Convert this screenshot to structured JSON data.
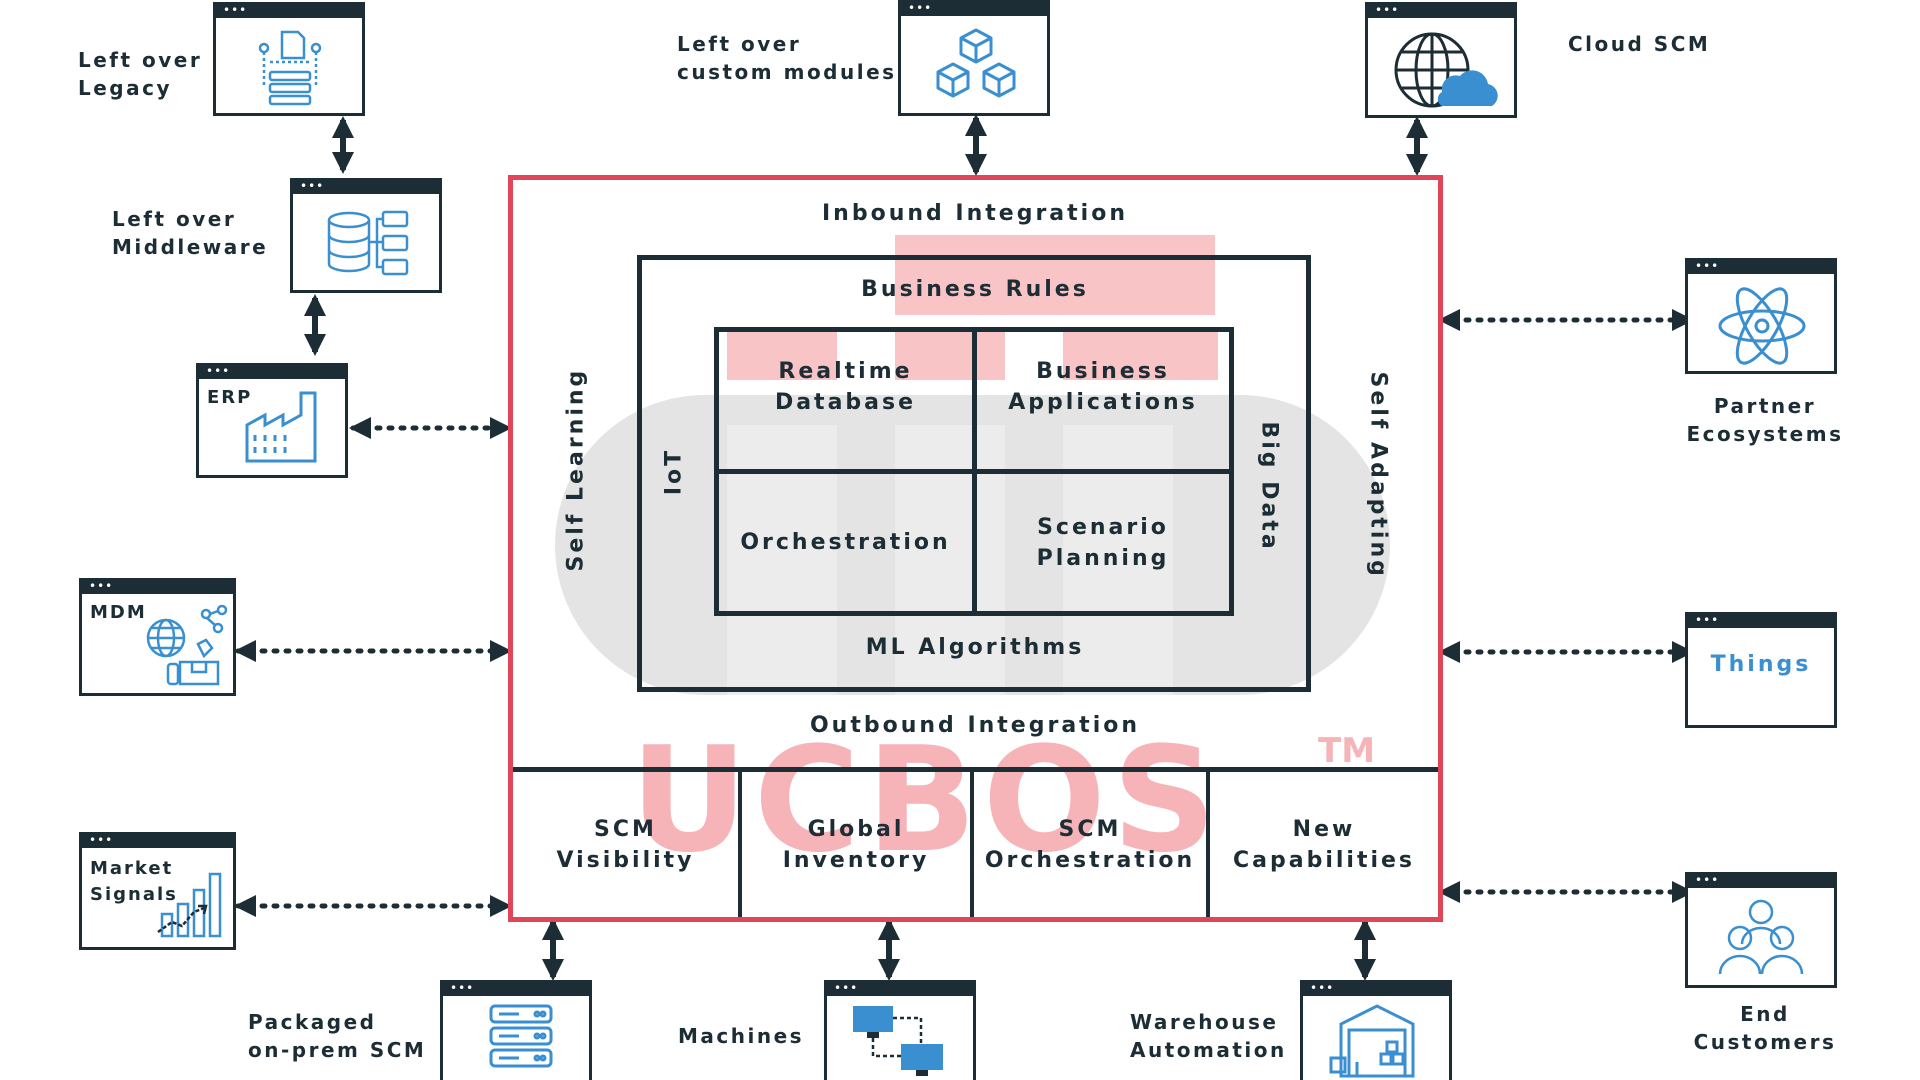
{
  "brand": {
    "watermark": "UCBOS",
    "trademark": "TM"
  },
  "colors": {
    "frame": "#e0465a",
    "navy": "#1d2d35",
    "icon_blue": "#3a8fd0",
    "watermark_gray": "#e4e4e4",
    "watermark_red": "#f6b4b8"
  },
  "core": {
    "inbound": "Inbound Integration",
    "outbound": "Outbound Integration",
    "self_learning": "Self Learning",
    "self_adapting": "Self Adapting",
    "iot": "IoT",
    "big_data": "Big Data",
    "business_rules": "Business Rules",
    "ml_algorithms": "ML Algorithms",
    "grid": [
      "Realtime\nDatabase",
      "Business\nApplications",
      "Orchestration",
      "Scenario\nPlanning"
    ],
    "bottom": [
      "SCM\nVisibility",
      "Global\nInventory",
      "SCM\nOrchestration",
      "New\nCapabilities"
    ]
  },
  "nodes": {
    "legacy": {
      "label": "Left over\nLegacy",
      "icon": "document-flow-icon"
    },
    "middleware": {
      "label": "Left over\nMiddleware",
      "icon": "database-icon"
    },
    "erp": {
      "label": "ERP",
      "icon": "factory-icon"
    },
    "mdm": {
      "label": "MDM",
      "icon": "globe-boxes-icon"
    },
    "market": {
      "label": "Market\nSignals",
      "icon": "bar-chart-icon"
    },
    "custom": {
      "label": "Left over\ncustom modules",
      "icon": "cubes-icon"
    },
    "cloud": {
      "label": "Cloud SCM",
      "icon": "globe-cloud-icon"
    },
    "partner": {
      "label": "Partner\nEcosystems",
      "icon": "atom-icon"
    },
    "things": {
      "label": "Things"
    },
    "customers": {
      "label": "End\nCustomers",
      "icon": "people-icon"
    },
    "packaged": {
      "label": "Packaged\non-prem SCM",
      "icon": "server-icon"
    },
    "machines": {
      "label": "Machines",
      "icon": "network-icon"
    },
    "warehouse": {
      "label": "Warehouse\nAutomation",
      "icon": "warehouse-icon"
    }
  }
}
